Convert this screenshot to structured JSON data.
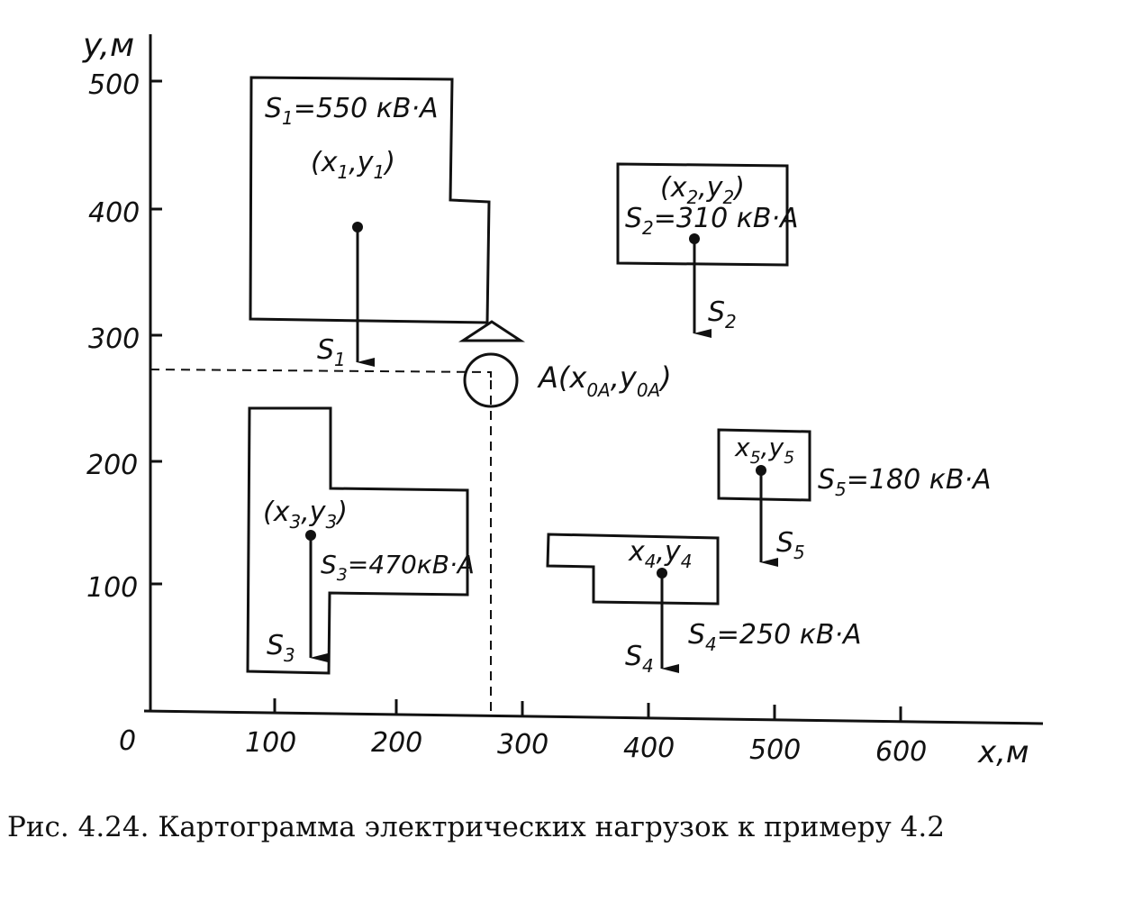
{
  "axes": {
    "y_label": "y,м",
    "x_label": "x,м",
    "origin": "0",
    "x_ticks": [
      "100",
      "200",
      "300",
      "400",
      "500",
      "600"
    ],
    "y_ticks": [
      "500",
      "400",
      "300",
      "200",
      "100"
    ]
  },
  "zones": {
    "s1": {
      "load": "S",
      "sub": "1",
      "value": "=550 кВ·А",
      "coord": "(x",
      "coord_sub1": "1",
      "coord_mid": ",y",
      "coord_sub2": "1",
      "coord_end": ")",
      "vector": "S",
      "vector_sub": "1"
    },
    "s2": {
      "load": "S",
      "sub": "2",
      "value": "=310 кВ·А",
      "coord": "(x",
      "coord_sub1": "2",
      "coord_mid": ",y",
      "coord_sub2": "2",
      "coord_end": ")",
      "vector": "S",
      "vector_sub": "2"
    },
    "s3": {
      "load": "S",
      "sub": "3",
      "value": "=470кВ·А",
      "coord": "(x",
      "coord_sub1": "3",
      "coord_mid": ",y",
      "coord_sub2": "3",
      "coord_end": ")",
      "vector": "S",
      "vector_sub": "3"
    },
    "s4": {
      "load": "S",
      "sub": "4",
      "value": "=250 кВ·А",
      "coord": "x",
      "coord_sub1": "4",
      "coord_mid": ",y",
      "coord_sub2": "4",
      "vector": "S",
      "vector_sub": "4"
    },
    "s5": {
      "load": "S",
      "sub": "5",
      "value": "=180 кВ·А",
      "coord": "x",
      "coord_sub1": "5",
      "coord_mid": ",y",
      "coord_sub2": "5",
      "vector": "S",
      "vector_sub": "5"
    }
  },
  "substation": {
    "label": "A(x",
    "sub1": "0A",
    "mid": ",y",
    "sub2": "0A",
    "end": ")"
  },
  "caption": "Рис. 4.24. Картограмма электрических нагрузок к примеру 4.2"
}
